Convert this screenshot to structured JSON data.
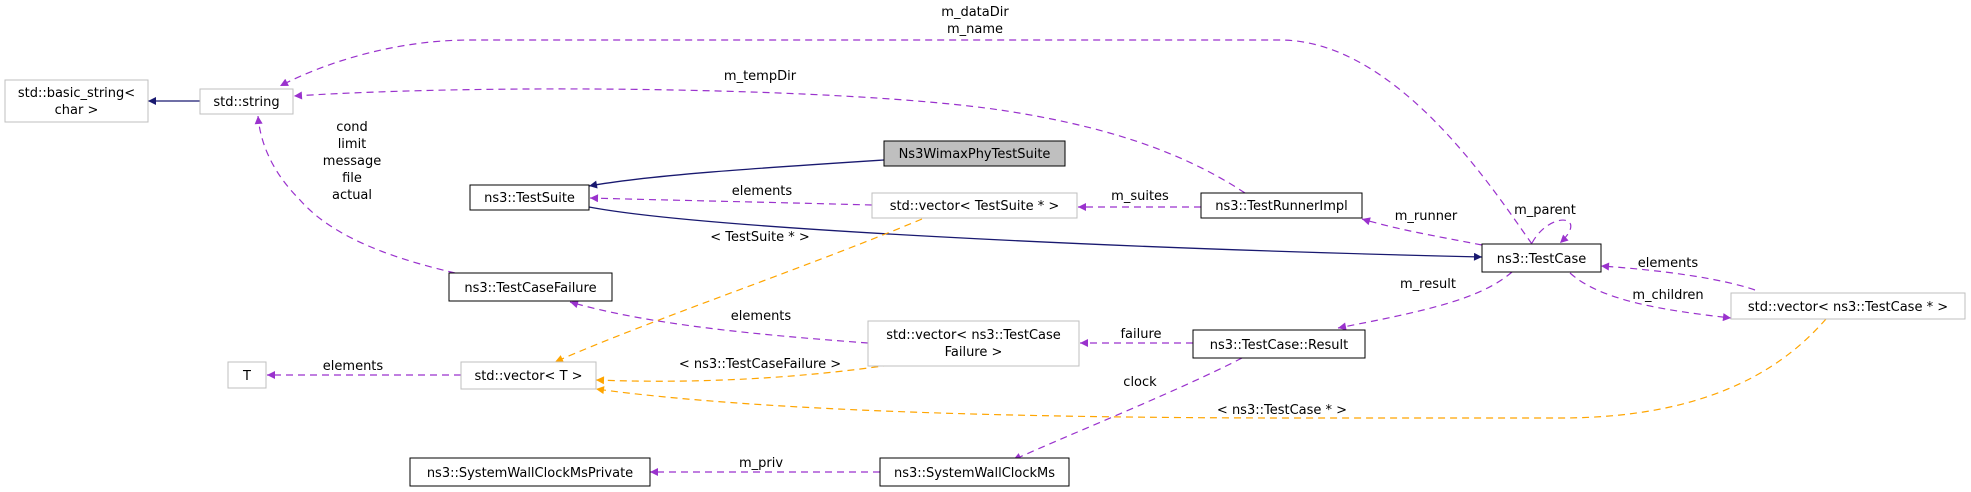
{
  "colors": {
    "inheritance": "#191970",
    "usage": "#9a32cd",
    "template": "#ffa500",
    "highlight_fill": "#bfbfbf"
  },
  "nodes": {
    "basic_string": [
      "std::basic_string<",
      "char >"
    ],
    "string": [
      "std::string"
    ],
    "wimax_suite": [
      "Ns3WimaxPhyTestSuite"
    ],
    "test_suite": [
      "ns3::TestSuite"
    ],
    "vector_testsuite": [
      "std::vector< TestSuite * >"
    ],
    "runner_impl": [
      "ns3::TestRunnerImpl"
    ],
    "test_case": [
      "ns3::TestCase"
    ],
    "vector_testcase": [
      "std::vector< ns3::TestCase * >"
    ],
    "test_case_failure": [
      "ns3::TestCaseFailure"
    ],
    "t": [
      "T"
    ],
    "vector_t": [
      "std::vector< T >"
    ],
    "vector_failure": [
      "std::vector< ns3::TestCase",
      "Failure >"
    ],
    "result": [
      "ns3::TestCase::Result"
    ],
    "wallclock_private": [
      "ns3::SystemWallClockMsPrivate"
    ],
    "wallclock": [
      "ns3::SystemWallClockMs"
    ]
  },
  "edge_labels": {
    "datadir_name": [
      "m_dataDir",
      "m_name"
    ],
    "tempdir": [
      "m_tempDir"
    ],
    "failure_fields": [
      "cond",
      "limit",
      "message",
      "file",
      "actual"
    ],
    "suite_elements": [
      "elements"
    ],
    "suites": [
      "m_suites"
    ],
    "runner": [
      "m_runner"
    ],
    "parent": [
      "m_parent"
    ],
    "tpl_testsuite": [
      "< TestSuite * >"
    ],
    "case_elements": [
      "elements"
    ],
    "children": [
      "m_children"
    ],
    "result": [
      "m_result"
    ],
    "failure_elements": [
      "elements"
    ],
    "failure": [
      "failure"
    ],
    "t_elements": [
      "elements"
    ],
    "tpl_failure": [
      "< ns3::TestCaseFailure >"
    ],
    "clock": [
      "clock"
    ],
    "tpl_testcase": [
      "< ns3::TestCase * >"
    ],
    "priv": [
      "m_priv"
    ]
  }
}
